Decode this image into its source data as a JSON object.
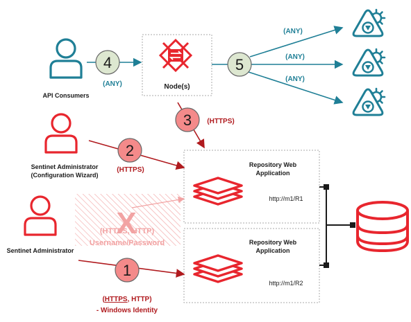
{
  "colors": {
    "teal": "#1f7f96",
    "red": "#e8262e",
    "dark_red": "#b01a1e",
    "circle_fill": "#dde7d0",
    "circle_stroke": "#666666",
    "dotted_box": "#aaaaaa",
    "hatch": "#f2a3a3",
    "black": "#1a1a1a"
  },
  "actors": {
    "api_consumers": {
      "label": "API Consumers",
      "icon": "person-icon"
    },
    "sentinet_admin_wizard": {
      "label_line1": "Sentinet Administrator",
      "label_line2": "(Configuration Wizard)",
      "icon": "person-icon"
    },
    "sentinet_admin": {
      "label": "Sentinet  Administrator",
      "icon": "person-icon"
    }
  },
  "nodes": {
    "label": "Node(s)",
    "icon": "node-icon"
  },
  "repositories": [
    {
      "title_line1": "Repository Web",
      "title_line2": "Application",
      "url": "http://m1/R1",
      "icon": "layers-icon"
    },
    {
      "title_line1": "Repository Web",
      "title_line2": "Application",
      "url": "http://m1/R2",
      "icon": "layers-icon"
    }
  ],
  "steps": {
    "s1": {
      "number": "1",
      "protocol_line1_https": "HTTPS",
      "protocol_line1_rest": ", HTTP)",
      "protocol_line1_open": "(",
      "protocol_line2": "- Windows Identity"
    },
    "s2": {
      "number": "2",
      "protocol": "(HTTPS)"
    },
    "s3": {
      "number": "3",
      "protocol": "(HTTPS)"
    },
    "s4": {
      "number": "4",
      "protocol": "(ANY)"
    },
    "s5": {
      "number": "5",
      "protocols": [
        "(ANY)",
        "(ANY)",
        "(ANY)"
      ]
    }
  },
  "blocked": {
    "mark": "X",
    "line1": "(HTTPS, HTTP)",
    "line2": "Username/Password"
  },
  "database": {
    "icon": "database-icon"
  },
  "services": {
    "icon": "service-gear-icon",
    "count": 3
  }
}
